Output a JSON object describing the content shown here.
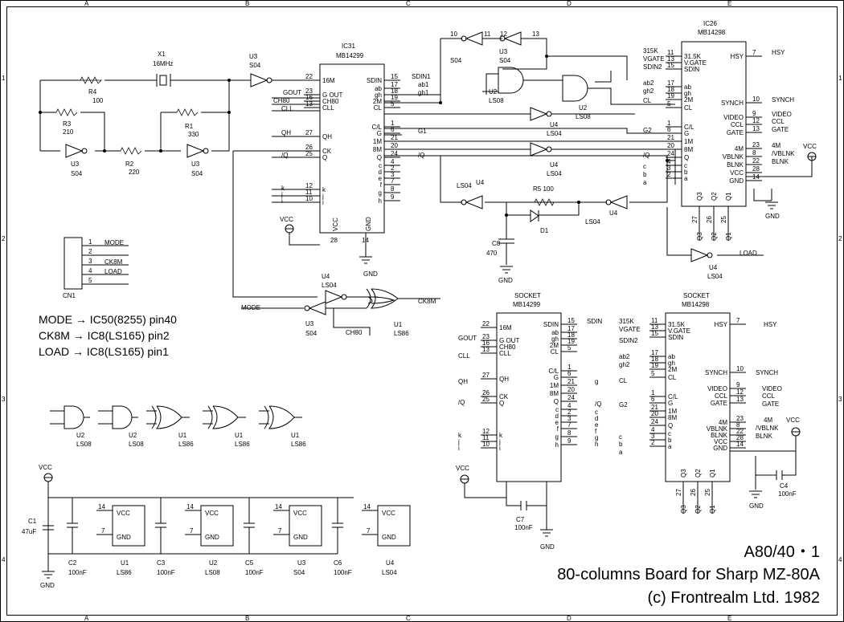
{
  "border_cols": [
    "A",
    "B",
    "C",
    "D",
    "E"
  ],
  "border_rows": [
    "1",
    "2",
    "3",
    "4"
  ],
  "ic31": {
    "ref": "IC31",
    "part": "MB14299",
    "left_pins": [
      [
        "22",
        "16M"
      ],
      [
        "23",
        "G OUT"
      ],
      [
        "16",
        "CH80"
      ],
      [
        "13",
        "CLL"
      ],
      [
        "27",
        "QH"
      ],
      [
        "26",
        "CK"
      ],
      [
        "25",
        "Q"
      ],
      [
        "12",
        "k"
      ],
      [
        "11",
        "j"
      ],
      [
        "10",
        "i"
      ]
    ],
    "right_pins": [
      [
        "15",
        "SDIN"
      ],
      [
        "17",
        "ab"
      ],
      [
        "18",
        "gh"
      ],
      [
        "19",
        "2M"
      ],
      [
        "5",
        "CL"
      ],
      [
        "1",
        "C/L"
      ],
      [
        "6",
        "G"
      ],
      [
        "21",
        "1M"
      ],
      [
        "20",
        "8M"
      ],
      [
        "24",
        "Q"
      ],
      [
        "4",
        "c"
      ],
      [
        "2",
        "d"
      ],
      [
        "3",
        "e"
      ],
      [
        "7",
        "f"
      ],
      [
        "8",
        "g"
      ],
      [
        "9",
        "h"
      ]
    ],
    "vcc_pin": "28",
    "gnd_pin": "14",
    "vcc": "VCC",
    "gnd": "GND"
  },
  "ic26": {
    "ref": "IC26",
    "part": "MB14298",
    "left_pins": [
      [
        "11",
        "31.5K"
      ],
      [
        "13",
        "V.GATE"
      ],
      [
        "15",
        "SDIN"
      ],
      [
        "17",
        "ab"
      ],
      [
        "18",
        "gh"
      ],
      [
        "19",
        "2M"
      ],
      [
        "5",
        "CL"
      ],
      [
        "1",
        "C/L"
      ],
      [
        "6",
        "G"
      ],
      [
        "21",
        "1M"
      ],
      [
        "20",
        "8M"
      ],
      [
        "24",
        "Q"
      ],
      [
        "4",
        "c"
      ],
      [
        "3",
        "b"
      ],
      [
        "2",
        "a"
      ]
    ],
    "right_pins": [
      [
        "7",
        "HSY"
      ],
      [
        "10",
        "SYNCH"
      ],
      [
        "9",
        "VIDEO"
      ],
      [
        "12",
        "CCL"
      ],
      [
        "13",
        "GATE"
      ],
      [
        "23",
        "4M"
      ],
      [
        "8",
        "VBLNK"
      ],
      [
        "22",
        "BLNK"
      ],
      [
        "28",
        "VCC"
      ],
      [
        "14",
        "GND"
      ]
    ],
    "bottom_pins": [
      [
        "27",
        "Q3"
      ],
      [
        "26",
        "Q2"
      ],
      [
        "25",
        "Q1"
      ],
      [
        "Q3",
        "Q2"
      ],
      [
        "Q1",
        "Q1"
      ]
    ]
  },
  "socket1": {
    "head1": "SOCKET",
    "head2": "MB14299"
  },
  "socket2": {
    "head1": "SOCKET",
    "head2": "MB14298"
  },
  "net_labels": {
    "sdin1": "SDIN1",
    "ab1": "ab1",
    "gh1": "gh1",
    "g1": "G1",
    "gout": "GOUT",
    "ch80": "CH80",
    "cll": "CLL",
    "qh": "QH",
    "q": "/Q",
    "k": "k",
    "j": "j",
    "i": "i",
    "r315k": "315K",
    "vgate": "VGATE",
    "sdin2": "SDIN2",
    "ab2": "ab2",
    "gh2": "gh2",
    "cl": "CL",
    "g2": "G2",
    "c": "c",
    "b": "b",
    "a": "a",
    "hsy": "HSY",
    "synch": "SYNCH",
    "video": "VIDEO",
    "ccl": "CCL",
    "gate": "GATE",
    "m4": "4M",
    "vblnk": "/VBLNK",
    "blnk": "BLNK",
    "load": "LOAD",
    "mode": "MODE",
    "ck8m": "CK8M",
    "vcc": "VCC",
    "gnd": "GND",
    "sdin": "SDIN",
    "d": "d",
    "e": "e",
    "f": "f",
    "g": "g",
    "h": "h"
  },
  "parts": {
    "x1": "X1",
    "x1v": "16MHz",
    "r4": "R4",
    "r4v": "100",
    "r3": "R3",
    "r3v": "210",
    "r1": "R1",
    "r1v": "330",
    "r2": "R2",
    "r2v": "220",
    "u3": "U3",
    "s04": "S04",
    "u2": "U2",
    "ls08": "LS08",
    "u4": "U4",
    "ls04": "LS04",
    "u1": "U1",
    "ls86": "LS86",
    "r5": "R5 100",
    "d1": "D1",
    "c8": "C8",
    "c8v": "470",
    "c1": "C1",
    "c1v": "47uF",
    "c2": "C2",
    "c3": "C3",
    "c5": "C5",
    "c6": "C6",
    "c7": "C7",
    "c4": "C4",
    "cv": "100nF"
  },
  "connector": {
    "ref": "CN1",
    "pins": [
      "1",
      "2",
      "3",
      "4",
      "5"
    ],
    "labels": [
      "MODE",
      "",
      "CK8M",
      "LOAD",
      ""
    ]
  },
  "notes": [
    "MODE → IC50(8255) pin40",
    "CK8M → IC8(LS165) pin2",
    "LOAD → IC8(LS165) pin1"
  ],
  "title_block": {
    "line1": "A80/40・1",
    "line2": "80-columns Board for Sharp MZ-80A",
    "line3": "(c) Frontrealm Ltd. 1982"
  }
}
